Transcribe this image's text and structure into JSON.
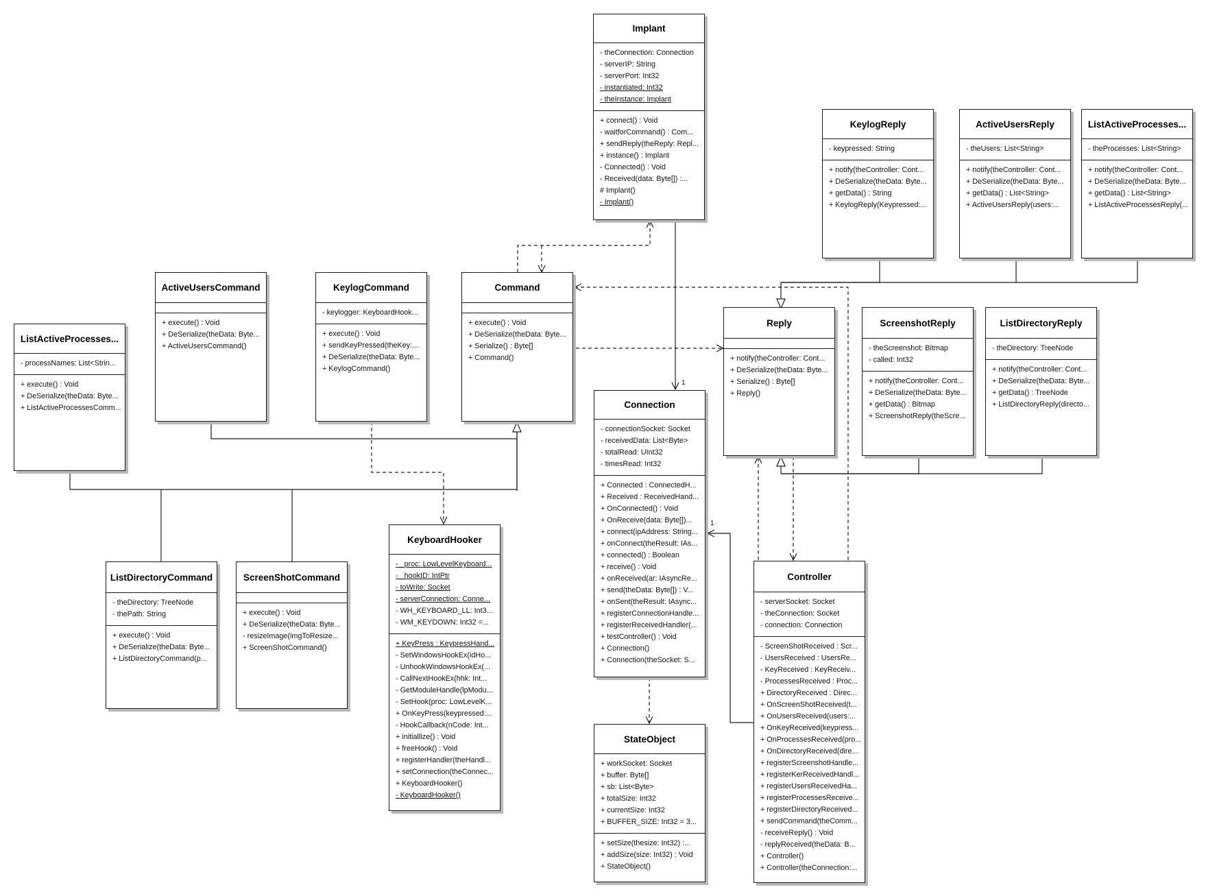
{
  "colors": {
    "line": "#1a1a1a",
    "shadow": "#b9b9b9",
    "background": "#ffffff"
  },
  "multiplicities": {
    "implant_to_connection": "1",
    "controller_to_connection": "1"
  },
  "classes": {
    "implant": {
      "name": "Implant",
      "attributes": [
        "- theConnection: Connection",
        "- serverIP: String",
        "- serverPort: Int32",
        "- instantiated: Int32",
        "- theInstance: Implant"
      ],
      "operations": [
        "+ connect() : Void",
        "- waitforCommand()  :  Com...",
        "+ sendReply(theReply: Repl...",
        "+ instance() : Implant",
        "- Connected() : Void",
        "- Received(data: Byte[]) :...",
        "# Implant()",
        "- Implant()"
      ]
    },
    "keylogreply": {
      "name": "KeylogReply",
      "attributes": [
        "- keypressed: String"
      ],
      "operations": [
        "+ notify(theController: Cont...",
        "+ DeSerialize(theData: Byte...",
        "+ getData() : String",
        "+ KeylogReply(Keypressed:..."
      ]
    },
    "activeusersreply": {
      "name": "ActiveUsersReply",
      "attributes": [
        "- theUsers: List<String>"
      ],
      "operations": [
        "+ notify(theController: Cont...",
        "+ DeSerialize(theData: Byte...",
        "+ getData() : List<String>",
        "+ ActiveUsersReply(users:..."
      ]
    },
    "listactiveprocessesreply": {
      "name": "ListActiveProcesses...",
      "attributes": [
        "- theProcesses: List<String>"
      ],
      "operations": [
        "+ notify(theController: Cont...",
        "+ DeSerialize(theData: Byte...",
        "+ getData() : List<String>",
        "+ ListActiveProcessesReply(..."
      ]
    },
    "activeuserscommand": {
      "name": "ActiveUsersCommand",
      "attributes": [],
      "operations": [
        "+ execute() : Void",
        "+ DeSerialize(theData: Byte...",
        "+ ActiveUsersCommand()"
      ]
    },
    "keylogcommand": {
      "name": "KeylogCommand",
      "attributes": [
        "- keylogger: KeyboardHook..."
      ],
      "operations": [
        "+ execute() : Void",
        "+ sendKeyPressed(theKey:...",
        "+ DeSerialize(theData: Byte...",
        "+ KeylogCommand()"
      ]
    },
    "command": {
      "name": "Command",
      "attributes": [],
      "operations": [
        "+ execute() : Void",
        "+ DeSerialize(theData: Byte...",
        "+ Serialize() : Byte[]",
        "+ Command()"
      ]
    },
    "reply": {
      "name": "Reply",
      "attributes": [],
      "operations": [
        "+ notify(theController: Cont...",
        "+ DeSerialize(theData: Byte...",
        "+ Serialize() : Byte[]",
        "+ Reply()"
      ]
    },
    "screenshotreply": {
      "name": "ScreenshotReply",
      "attributes": [
        "- theScreenshot: Bitmap",
        "- called: Int32"
      ],
      "operations": [
        "+ notify(theController: Cont...",
        "+ DeSerialize(theData: Byte...",
        "+ getData() : Bitmap",
        "+ ScreenshotReply(theScre..."
      ]
    },
    "listdirectoryreply": {
      "name": "ListDirectoryReply",
      "attributes": [
        "- theDirectory: TreeNode"
      ],
      "operations": [
        "+ notify(theController: Cont...",
        "+ DeSerialize(theData: Byte...",
        "+ getData() : TreeNode",
        "+ ListDirectoryReply(directo..."
      ]
    },
    "listactiveprocessescommand": {
      "name": "ListActiveProcesses...",
      "attributes": [
        "- processNames:  List<Strin..."
      ],
      "operations": [
        "+ execute() : Void",
        "+ DeSerialize(theData: Byte...",
        "+ ListActiveProcessesComm..."
      ]
    },
    "connection": {
      "name": "Connection",
      "attributes": [
        "- connectionSocket: Socket",
        "- receivedData: List<Byte>",
        "- totalRead: UInt32",
        "- timesRead: Int32"
      ],
      "operations": [
        "+ Connected : ConnectedH...",
        "+ Received : ReceivedHand...",
        "+ OnConnected() : Void",
        "+ OnReceive(data: Byte[])...",
        "+ connect(ipAddress: String...",
        "+ onConnect(theResult: IAs...",
        "+ connected() : Boolean",
        "+ receive() : Void",
        "+ onReceived(ar: IAsyncRe...",
        "+ send(theData: Byte[]) : V...",
        "+ onSent(theResult: IAsync...",
        "+ registerConnectionHandle...",
        "+ registerReceivedHandler(...",
        "+ testController() : Void",
        "+ Connection()",
        "+ Connection(theSocket: S..."
      ]
    },
    "keyboardhooker": {
      "name": "KeyboardHooker",
      "attributes": [
        "- _proc: LowLevelKeyboard...",
        "- _hookID: IntPtr",
        "- toWrite: Socket",
        "- serverConnection: Conne...",
        "- WH_KEYBOARD_LL:  Int3...",
        "- WM_KEYDOWN:  Int32 =..."
      ],
      "operations": [
        "+ KeyPress : KeypressHand...",
        "- SetWindowsHookEx(idHo...",
        "- UnhookWindowsHookEx(...",
        "- CallNextHookEx(hhk: Int...",
        "- GetModuleHandle(lpModu...",
        "- SetHook(proc:  LowLevelK...",
        "+ OnKeyPress(keypressed:...",
        "- HookCallback(nCode:  Int...",
        "+ initiallize() : Void",
        "+ freeHook() : Void",
        "+ registerHandler(theHandl...",
        "+ setConnection(theConnec...",
        "+ KeyboardHooker()",
        "- KeyboardHooker()"
      ]
    },
    "listdirectorycommand": {
      "name": "ListDirectoryCommand",
      "attributes": [
        "- theDirectory: TreeNode",
        "- thePath: String"
      ],
      "operations": [
        "+ execute() : Void",
        "+ DeSerialize(theData: Byte...",
        "+ ListDirectoryCommand(p..."
      ]
    },
    "screenshotcommand": {
      "name": "ScreenShotCommand",
      "attributes": [],
      "operations": [
        "+ execute() : Void",
        "+ DeSerialize(theData: Byte...",
        "- resizeImage(imgToResize...",
        "+ ScreenShotCommand()"
      ]
    },
    "controller": {
      "name": "Controller",
      "attributes": [
        "- serverSocket: Socket",
        "- theConnection: Socket",
        "- connection: Connection"
      ],
      "operations": [
        "- ScreenShotReceived : Scr...",
        "- UsersReceived : UsersRe...",
        "- KeyReceived : KeyReceiv...",
        "- ProcessesReceived : Proc...",
        "+ DirectoryReceived  :  Direc...",
        "+ OnScreenShotReceived(t...",
        "+ OnUsersReceived(users:...",
        "+ OnKeyReceived(keypress...",
        "+ OnProcessesReceived(pro...",
        "+ OnDirectoryReceived(dire...",
        "+ registerScreenshotHandle...",
        "+ registerKerReceivedHandl...",
        "+ registerUsersReceivedHa...",
        "+ registerProcessesReceive...",
        "+ registerDirectoryReceived...",
        "+ sendCommand(theComm...",
        "- receiveReply() : Void",
        "- replyReceived(theData: B...",
        "+ Controller()",
        "+ Controller(theConnection:..."
      ]
    },
    "stateobject": {
      "name": "StateObject",
      "attributes": [
        "+ workSocket: Socket",
        "+ buffer: Byte[]",
        "+ sb: List<Byte>",
        "+ totalSize: Int32",
        "+ currentSize: Int32",
        "+ BUFFER_SIZE:  Int32 = 3..."
      ],
      "operations": [
        "+ setSize(thesize: Int32) :...",
        "+ addSize(size: Int32) : Void",
        "+ StateObject()"
      ]
    }
  }
}
